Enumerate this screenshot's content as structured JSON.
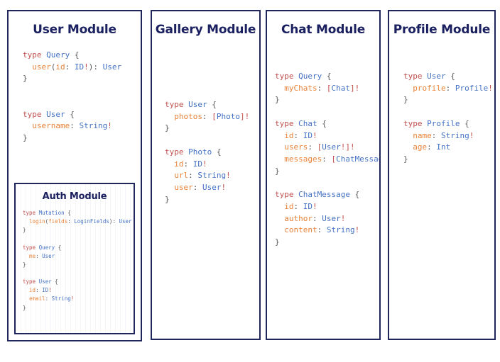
{
  "page": {
    "background_color": "#ffffff",
    "border_color": "#20265c",
    "title_color": "#1b2060"
  },
  "syntax_colors": {
    "keyword": "#c0504d",
    "type_name": "#4472c4",
    "field_name": "#e8833a",
    "punctuation": "#595959",
    "non_null": "#c0504d"
  },
  "modules": [
    {
      "id": "user",
      "title": "User Module",
      "code": "type Query {\n  user(id: ID!): User\n}\n\n\ntype User {\n  username: String!\n}",
      "nested": {
        "id": "auth",
        "title": "Auth Module",
        "code": "type Mutation {\n  login(fields: LoginFields): User\n}\n\ntype Query {\n  me: User\n}\n\ntype User {\n  id: ID!\n  email: String!\n}"
      }
    },
    {
      "id": "gallery",
      "title": "Gallery Module",
      "code": "type User {\n  photos: [Photo]!\n}\n\ntype Photo {\n  id: ID!\n  url: String!\n  user: User!\n}"
    },
    {
      "id": "chat",
      "title": "Chat Module",
      "code": "type Query {\n  myChats: [Chat]!\n}\n\ntype Chat {\n  id: ID!\n  users: [User!]!\n  messages: [ChatMessage]!\n}\n\ntype ChatMessage {\n  id: ID!\n  author: User!\n  content: String!\n}"
    },
    {
      "id": "profile",
      "title": "Profile Module",
      "code": "type User {\n  profile: Profile!\n}\n\ntype Profile {\n  name: String!\n  age: Int\n}"
    }
  ]
}
